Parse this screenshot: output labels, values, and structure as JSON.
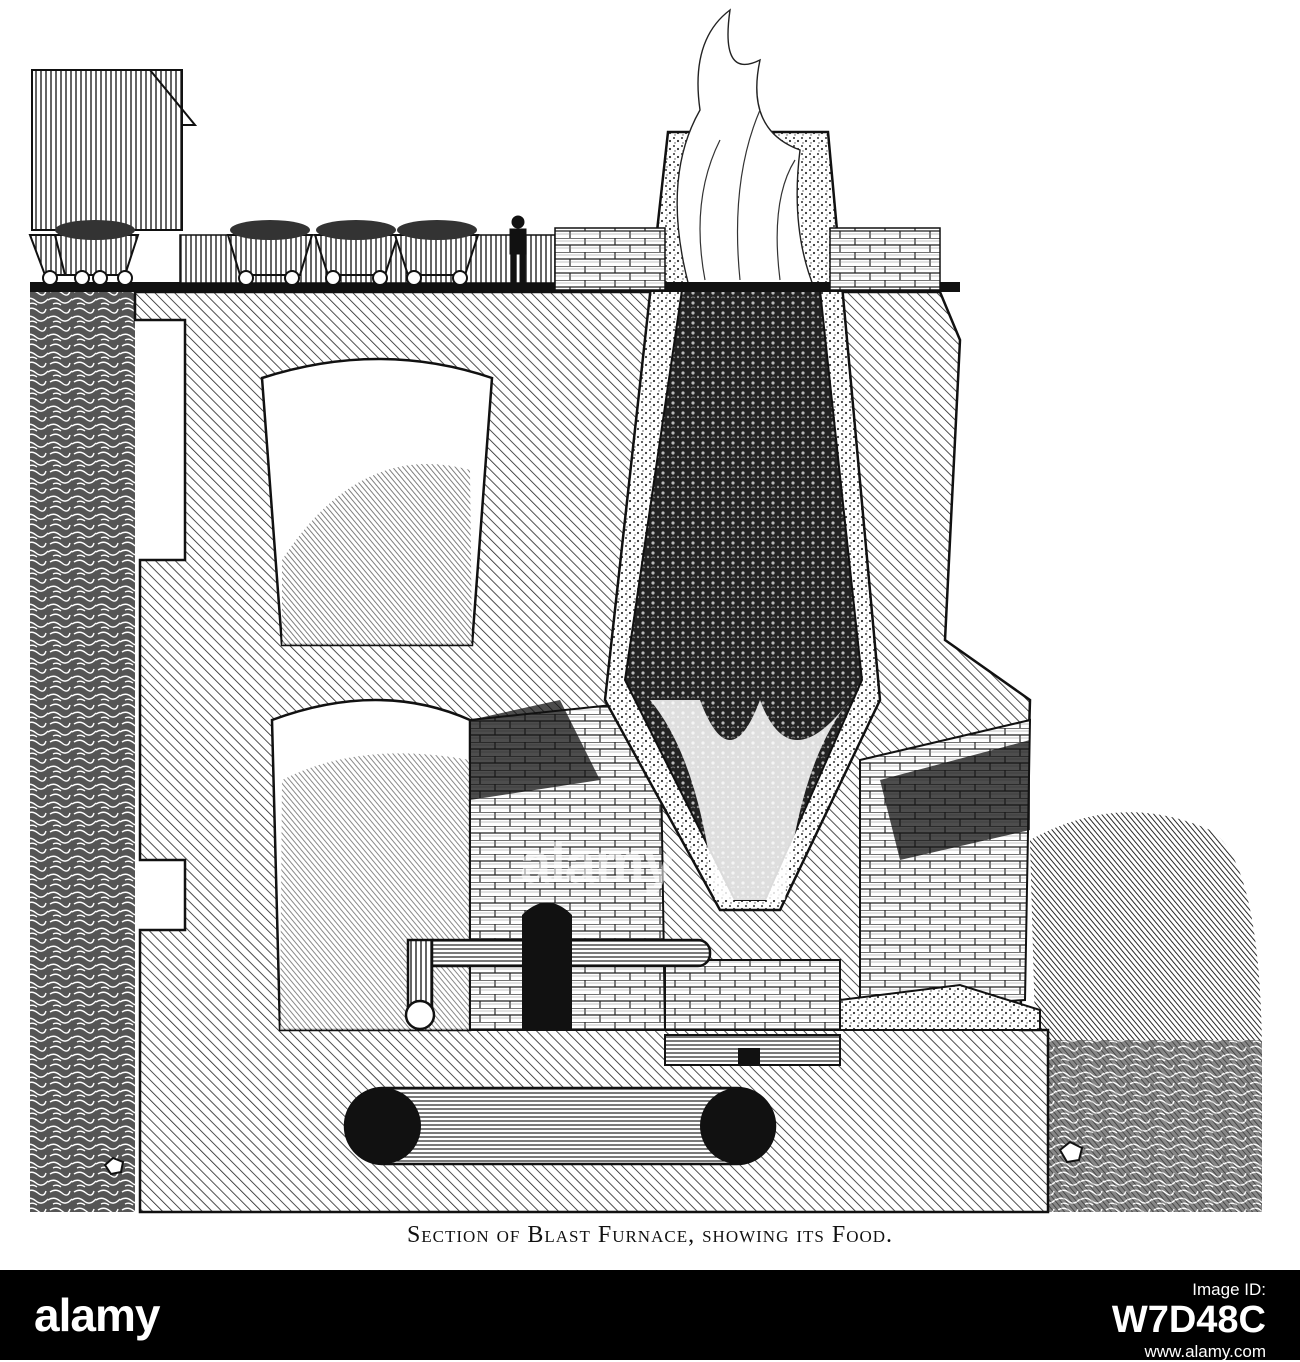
{
  "caption": "Section of Blast Furnace, showing its Food.",
  "watermark": "alamy",
  "footer": {
    "logo": "alamy",
    "label": "Image ID:",
    "image_id": "W7D48C",
    "url": "www.alamy.com"
  },
  "colors": {
    "ink": "#111111",
    "paper": "#ffffff",
    "band": "#000000"
  }
}
